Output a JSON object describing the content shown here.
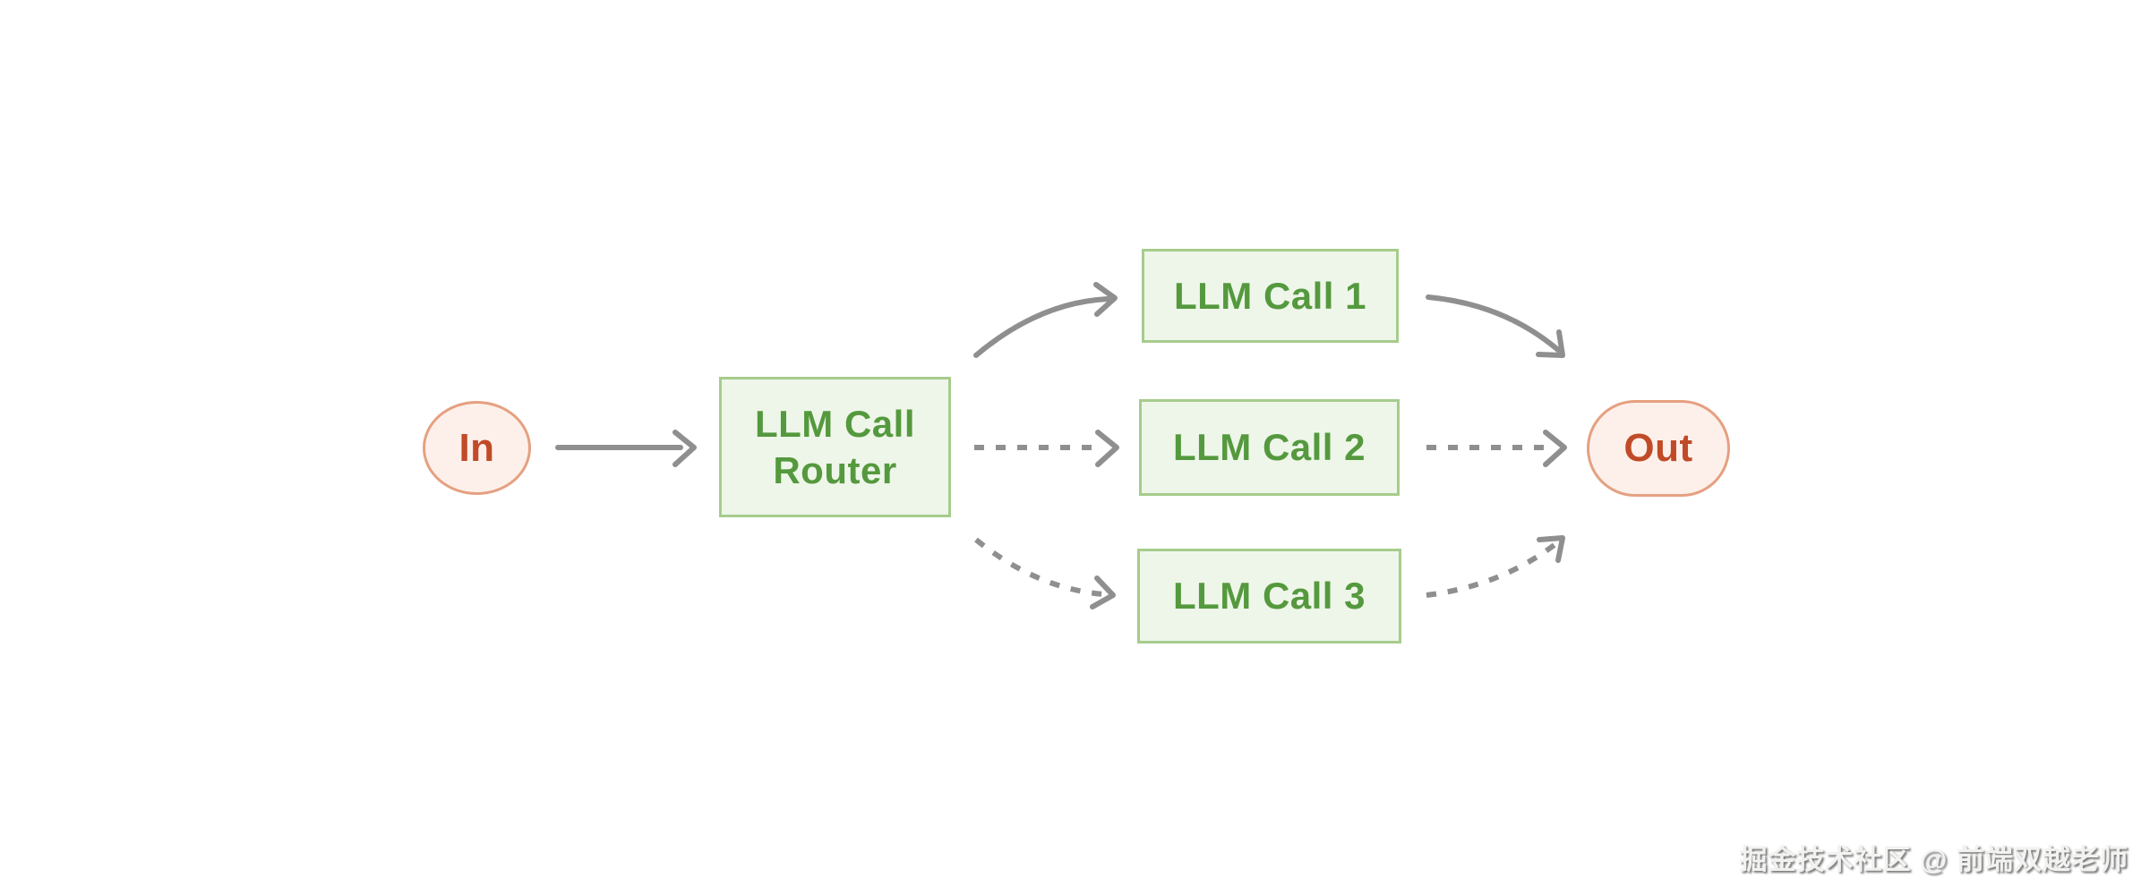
{
  "diagram": {
    "nodes": {
      "in": {
        "label": "In",
        "type": "terminal"
      },
      "router": {
        "label": "LLM Call\nRouter",
        "type": "process"
      },
      "call1": {
        "label": "LLM Call 1",
        "type": "process"
      },
      "call2": {
        "label": "LLM Call 2",
        "type": "process"
      },
      "call3": {
        "label": "LLM Call 3",
        "type": "process"
      },
      "out": {
        "label": "Out",
        "type": "terminal"
      }
    },
    "edges": [
      {
        "from": "in",
        "to": "router",
        "style": "solid"
      },
      {
        "from": "router",
        "to": "call1",
        "style": "solid"
      },
      {
        "from": "router",
        "to": "call2",
        "style": "dashed"
      },
      {
        "from": "router",
        "to": "call3",
        "style": "dashed"
      },
      {
        "from": "call1",
        "to": "out",
        "style": "solid"
      },
      {
        "from": "call2",
        "to": "out",
        "style": "dashed"
      },
      {
        "from": "call3",
        "to": "out",
        "style": "dashed"
      }
    ],
    "colors": {
      "process_fill": "#eef6e9",
      "process_border": "#a6cc8c",
      "process_text": "#55993e",
      "terminal_fill": "#fdf0ea",
      "terminal_border": "#e5a081",
      "terminal_text": "#c04b28",
      "edge": "#8f8f8f",
      "background": "#ffffff"
    }
  },
  "watermark": {
    "text": "掘金技术社区 @ 前端双越老师"
  }
}
